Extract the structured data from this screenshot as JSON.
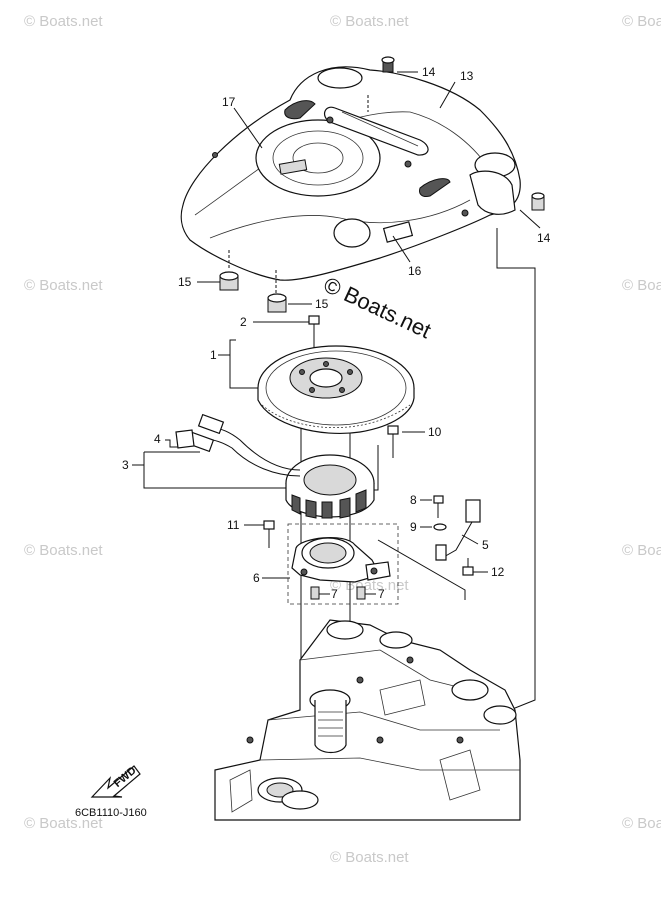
{
  "diagram": {
    "drawing_code": "6CB1110-J160",
    "fwd_label": "FWD",
    "watermark_center": "© Boats.net",
    "watermark_tile": "© Boats.net",
    "callouts": {
      "c1": "1",
      "c2": "2",
      "c3": "3",
      "c4": "4",
      "c5": "5",
      "c6": "6",
      "c7a": "7",
      "c7b": "7",
      "c8": "8",
      "c9": "9",
      "c10": "10",
      "c11": "11",
      "c12": "12",
      "c13": "13",
      "c14a": "14",
      "c14b": "14",
      "c15a": "15",
      "c15b": "15",
      "c16": "16",
      "c17": "17"
    }
  }
}
